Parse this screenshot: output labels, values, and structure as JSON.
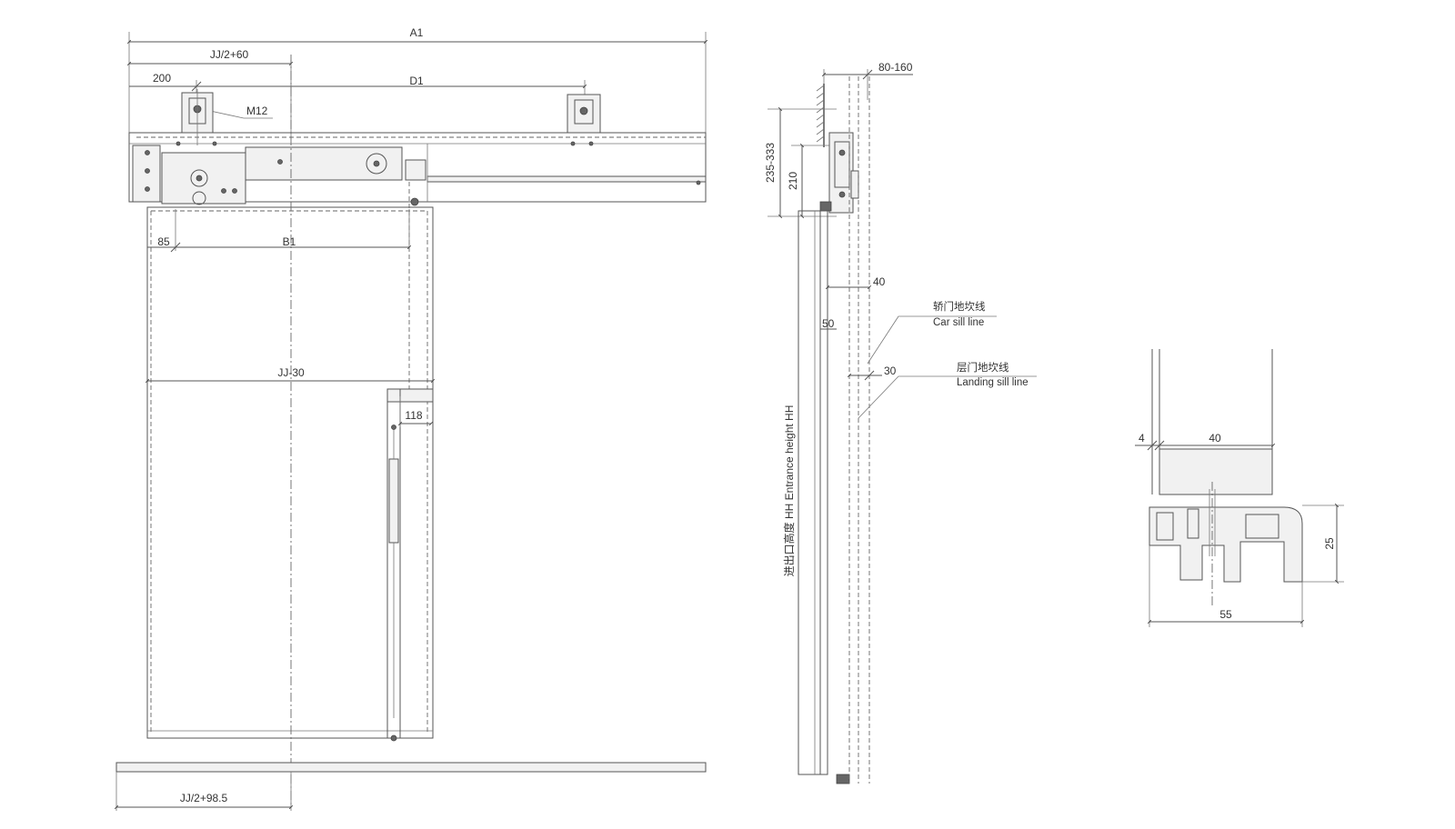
{
  "front_view": {
    "dims": {
      "a1": "A1",
      "jj_half_60": "JJ/2+60",
      "d200": "200",
      "d1": "D1",
      "m12": "M12",
      "d85": "85",
      "b1": "B1",
      "jj_30": "JJ-30",
      "d118": "118",
      "jj_half_985": "JJ/2+98.5"
    }
  },
  "side_view": {
    "dims": {
      "d80_160": "80-160",
      "d235_333": "235-333",
      "d210": "210",
      "d40": "40",
      "d50": "50",
      "d30": "30",
      "entrance_height": "进出口高度  HH Entrance height HH"
    },
    "notes": {
      "car_sill_cn": "轿门地坎线",
      "car_sill_en": "Car sill line",
      "landing_sill_cn": "层门地坎线",
      "landing_sill_en": "Landing sill line"
    }
  },
  "sill_detail": {
    "dims": {
      "d4": "4",
      "d40": "40",
      "d25": "25",
      "d55": "55"
    }
  },
  "colors": {
    "line": "#555555",
    "text": "#333333",
    "fill": "#f1f1f1"
  }
}
